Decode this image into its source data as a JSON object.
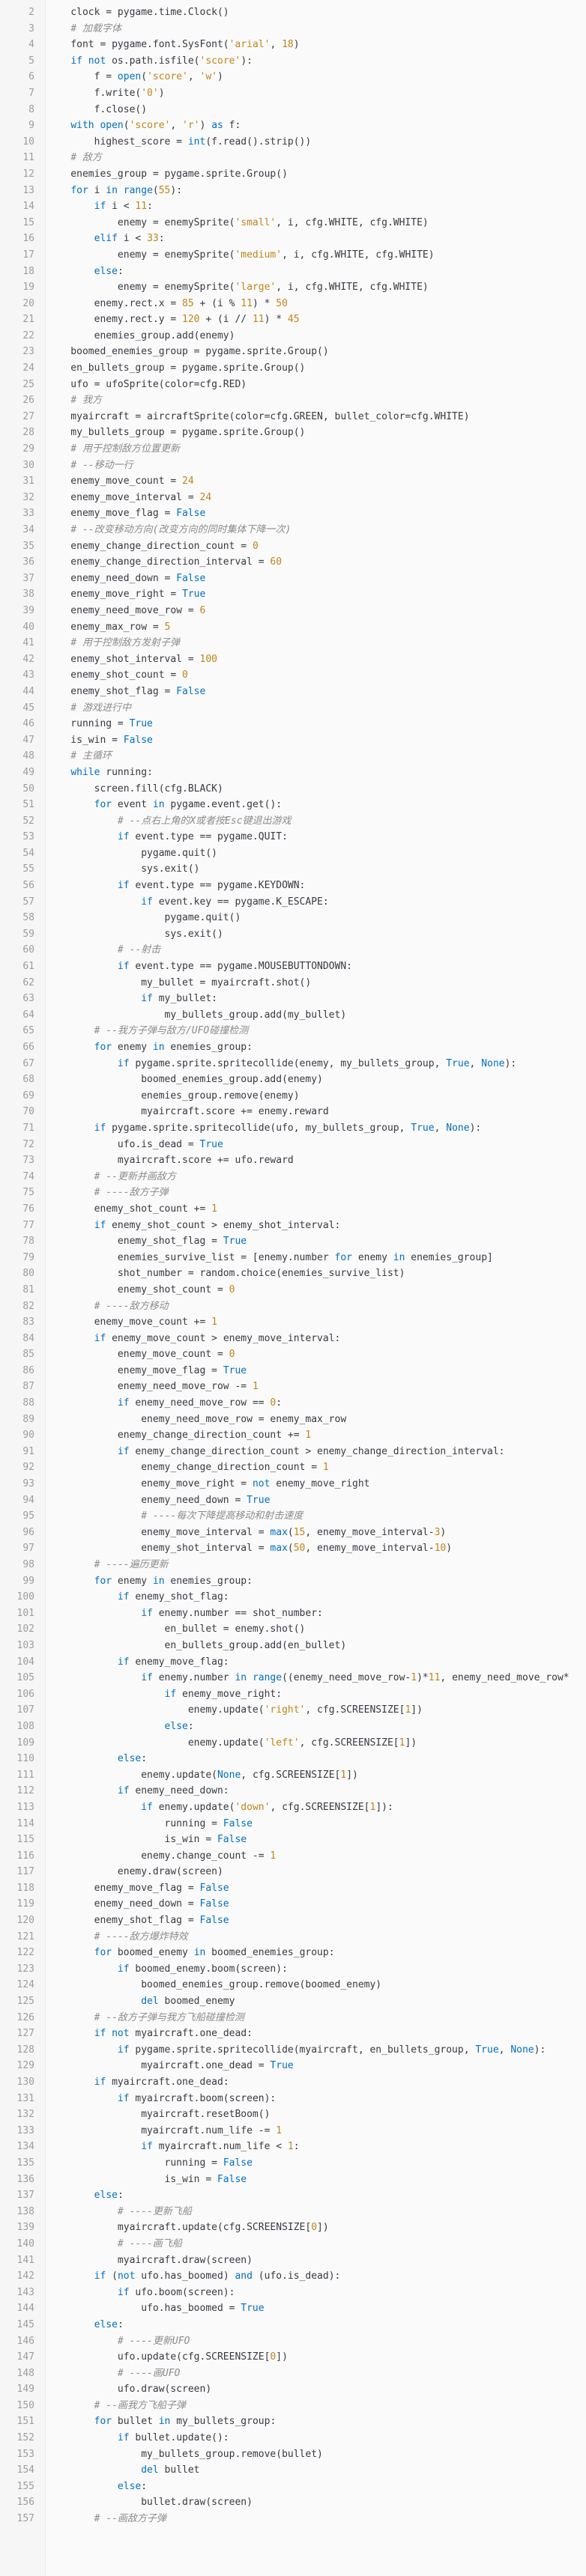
{
  "editor": {
    "language": "python",
    "first_line_number": 2,
    "colors": {
      "background": "#fafafa",
      "text": "#383a42",
      "keyword": "#0070c1",
      "string": "#c0851a",
      "comment": "#8c8c8c",
      "line_number": "#9d9d9f"
    },
    "lines": [
      "    clock = pygame.time.Clock()",
      "    # 加载字体",
      "    font = pygame.font.SysFont('arial', 18)",
      "    if not os.path.isfile('score'):",
      "        f = open('score', 'w')",
      "        f.write('0')",
      "        f.close()",
      "    with open('score', 'r') as f:",
      "        highest_score = int(f.read().strip())",
      "    # 敌方",
      "    enemies_group = pygame.sprite.Group()",
      "    for i in range(55):",
      "        if i < 11:",
      "            enemy = enemySprite('small', i, cfg.WHITE, cfg.WHITE)",
      "        elif i < 33:",
      "            enemy = enemySprite('medium', i, cfg.WHITE, cfg.WHITE)",
      "        else:",
      "            enemy = enemySprite('large', i, cfg.WHITE, cfg.WHITE)",
      "        enemy.rect.x = 85 + (i % 11) * 50",
      "        enemy.rect.y = 120 + (i // 11) * 45",
      "        enemies_group.add(enemy)",
      "    boomed_enemies_group = pygame.sprite.Group()",
      "    en_bullets_group = pygame.sprite.Group()",
      "    ufo = ufoSprite(color=cfg.RED)",
      "    # 我方",
      "    myaircraft = aircraftSprite(color=cfg.GREEN, bullet_color=cfg.WHITE)",
      "    my_bullets_group = pygame.sprite.Group()",
      "    # 用于控制敌方位置更新",
      "    # --移动一行",
      "    enemy_move_count = 24",
      "    enemy_move_interval = 24",
      "    enemy_move_flag = False",
      "    # --改变移动方向(改变方向的同时集体下降一次)",
      "    enemy_change_direction_count = 0",
      "    enemy_change_direction_interval = 60",
      "    enemy_need_down = False",
      "    enemy_move_right = True",
      "    enemy_need_move_row = 6",
      "    enemy_max_row = 5",
      "    # 用于控制敌方发射子弹",
      "    enemy_shot_interval = 100",
      "    enemy_shot_count = 0",
      "    enemy_shot_flag = False",
      "    # 游戏进行中",
      "    running = True",
      "    is_win = False",
      "    # 主循环",
      "    while running:",
      "        screen.fill(cfg.BLACK)",
      "        for event in pygame.event.get():",
      "            # --点右上角的X或者按Esc键退出游戏",
      "            if event.type == pygame.QUIT:",
      "                pygame.quit()",
      "                sys.exit()",
      "            if event.type == pygame.KEYDOWN:",
      "                if event.key == pygame.K_ESCAPE:",
      "                    pygame.quit()",
      "                    sys.exit()",
      "            # --射击",
      "            if event.type == pygame.MOUSEBUTTONDOWN:",
      "                my_bullet = myaircraft.shot()",
      "                if my_bullet:",
      "                    my_bullets_group.add(my_bullet)",
      "        # --我方子弹与敌方/UFO碰撞检测",
      "        for enemy in enemies_group:",
      "            if pygame.sprite.spritecollide(enemy, my_bullets_group, True, None):",
      "                boomed_enemies_group.add(enemy)",
      "                enemies_group.remove(enemy)",
      "                myaircraft.score += enemy.reward",
      "        if pygame.sprite.spritecollide(ufo, my_bullets_group, True, None):",
      "            ufo.is_dead = True",
      "            myaircraft.score += ufo.reward",
      "        # --更新并画敌方",
      "        # ----敌方子弹",
      "        enemy_shot_count += 1",
      "        if enemy_shot_count > enemy_shot_interval:",
      "            enemy_shot_flag = True",
      "            enemies_survive_list = [enemy.number for enemy in enemies_group]",
      "            shot_number = random.choice(enemies_survive_list)",
      "            enemy_shot_count = 0",
      "        # ----敌方移动",
      "        enemy_move_count += 1",
      "        if enemy_move_count > enemy_move_interval:",
      "            enemy_move_count = 0",
      "            enemy_move_flag = True",
      "            enemy_need_move_row -= 1",
      "            if enemy_need_move_row == 0:",
      "                enemy_need_move_row = enemy_max_row",
      "            enemy_change_direction_count += 1",
      "            if enemy_change_direction_count > enemy_change_direction_interval:",
      "                enemy_change_direction_count = 1",
      "                enemy_move_right = not enemy_move_right",
      "                enemy_need_down = True",
      "                # ----每次下降提高移动和射击速度",
      "                enemy_move_interval = max(15, enemy_move_interval-3)",
      "                enemy_shot_interval = max(50, enemy_move_interval-10)",
      "        # ----遍历更新",
      "        for enemy in enemies_group:",
      "            if enemy_shot_flag:",
      "                if enemy.number == shot_number:",
      "                    en_bullet = enemy.shot()",
      "                    en_bullets_group.add(en_bullet)",
      "            if enemy_move_flag:",
      "                if enemy.number in range((enemy_need_move_row-1)*11, enemy_need_move_row*",
      "                    if enemy_move_right:",
      "                        enemy.update('right', cfg.SCREENSIZE[1])",
      "                    else:",
      "                        enemy.update('left', cfg.SCREENSIZE[1])",
      "            else:",
      "                enemy.update(None, cfg.SCREENSIZE[1])",
      "            if enemy_need_down:",
      "                if enemy.update('down', cfg.SCREENSIZE[1]):",
      "                    running = False",
      "                    is_win = False",
      "                enemy.change_count -= 1",
      "            enemy.draw(screen)",
      "        enemy_move_flag = False",
      "        enemy_need_down = False",
      "        enemy_shot_flag = False",
      "        # ----敌方爆炸特效",
      "        for boomed_enemy in boomed_enemies_group:",
      "            if boomed_enemy.boom(screen):",
      "                boomed_enemies_group.remove(boomed_enemy)",
      "                del boomed_enemy",
      "        # --敌方子弹与我方飞船碰撞检测",
      "        if not myaircraft.one_dead:",
      "            if pygame.sprite.spritecollide(myaircraft, en_bullets_group, True, None):",
      "                myaircraft.one_dead = True",
      "        if myaircraft.one_dead:",
      "            if myaircraft.boom(screen):",
      "                myaircraft.resetBoom()",
      "                myaircraft.num_life -= 1",
      "                if myaircraft.num_life < 1:",
      "                    running = False",
      "                    is_win = False",
      "        else:",
      "            # ----更新飞船",
      "            myaircraft.update(cfg.SCREENSIZE[0])",
      "            # ----画飞船",
      "            myaircraft.draw(screen)",
      "        if (not ufo.has_boomed) and (ufo.is_dead):",
      "            if ufo.boom(screen):",
      "                ufo.has_boomed = True",
      "        else:",
      "            # ----更新UFO",
      "            ufo.update(cfg.SCREENSIZE[0])",
      "            # ----画UFO",
      "            ufo.draw(screen)",
      "        # --画我方飞船子弹",
      "        for bullet in my_bullets_group:",
      "            if bullet.update():",
      "                my_bullets_group.remove(bullet)",
      "                del bullet",
      "            else:",
      "                bullet.draw(screen)",
      "        # --画敌方子弹"
    ]
  }
}
